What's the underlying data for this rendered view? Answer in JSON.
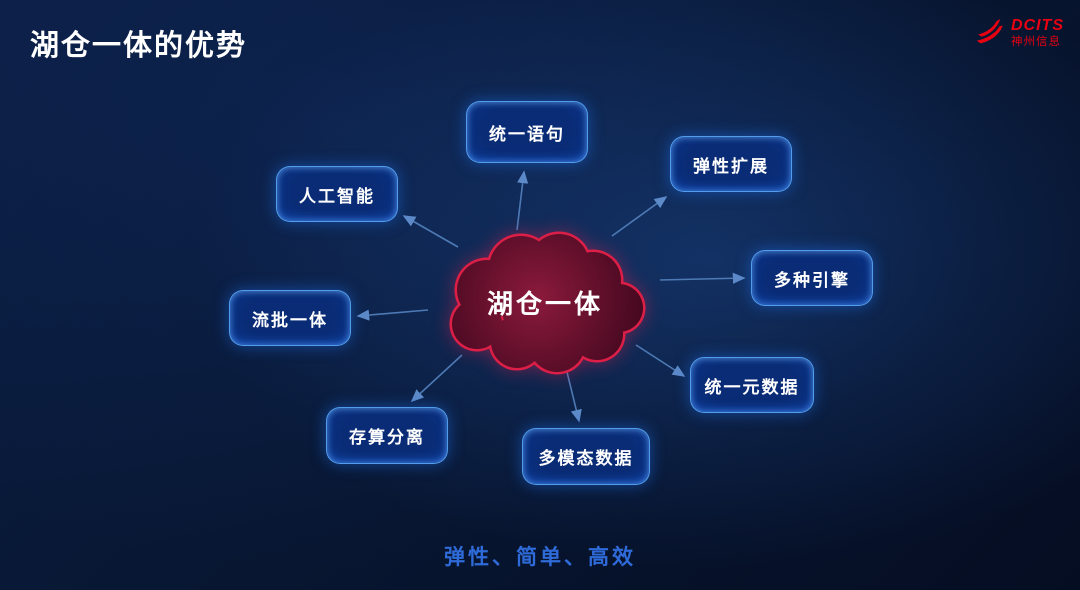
{
  "slide": {
    "title": "湖仓一体的优势",
    "footer": "弹性、简单、高效"
  },
  "logo": {
    "brand": "DCITS",
    "company": "神州信息"
  },
  "diagram": {
    "center": {
      "label": "湖仓一体"
    },
    "nodes": [
      {
        "label": "统一语句"
      },
      {
        "label": "弹性扩展"
      },
      {
        "label": "人工智能"
      },
      {
        "label": "多种引擎"
      },
      {
        "label": "流批一体"
      },
      {
        "label": "统一元数据"
      },
      {
        "label": "存算分离"
      },
      {
        "label": "多模态数据"
      }
    ]
  },
  "colors": {
    "background": "#081733",
    "node_border": "#5fafff",
    "node_fill": "#0a2c76",
    "cloud_fill": "#64102c",
    "cloud_outline": "#dd1f47",
    "arrow": "#5d8ac8",
    "footer_text": "#2e6ad8",
    "logo_red": "#e60012",
    "title_text": "#ffffff"
  }
}
